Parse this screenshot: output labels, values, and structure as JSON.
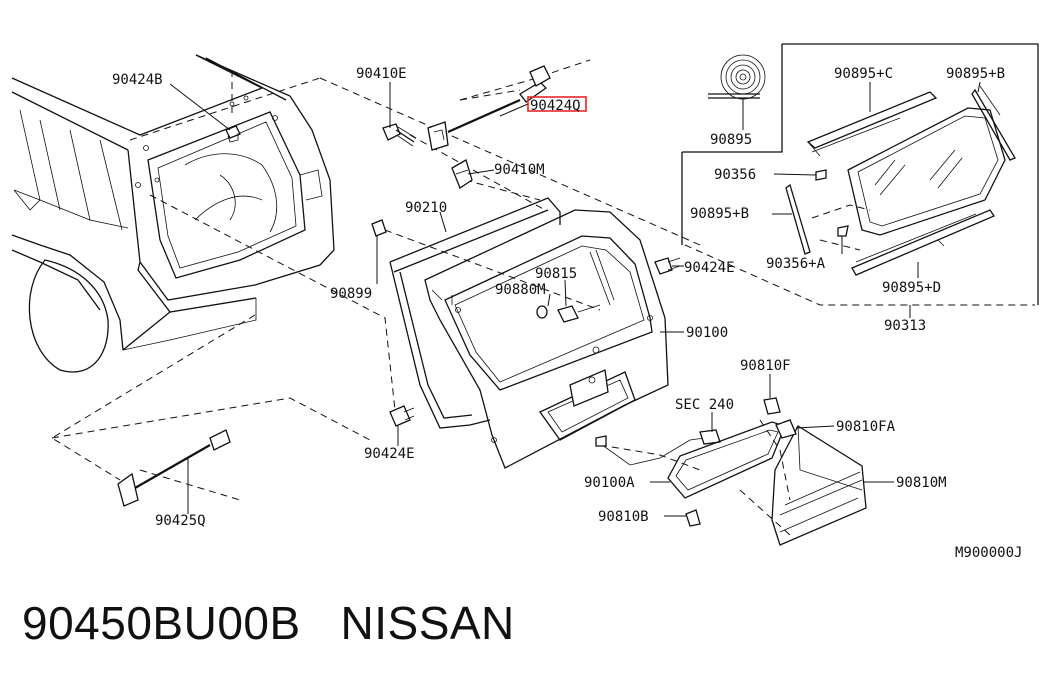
{
  "part_labels": {
    "p90424B": "90424B",
    "p90410E": "90410E",
    "p90424Q": "90424Q",
    "p90410M": "90410M",
    "p90210": "90210",
    "p90899": "90899",
    "p90880M": "90880M",
    "p90815": "90815",
    "p90424E_right": "90424E",
    "p90100": "90100",
    "p90424E_left": "90424E",
    "p90425Q": "90425Q",
    "p90810F": "90810F",
    "pSEC240": "SEC 240",
    "p90810FA": "90810FA",
    "p90100A": "90100A",
    "p90810M": "90810M",
    "p90810B": "90810B",
    "p90895": "90895",
    "p90895C": "90895+C",
    "p90895B_top": "90895+B",
    "p90356": "90356",
    "p90895B_left": "90895+B",
    "p90356A": "90356+A",
    "p90895D": "90895+D",
    "p90313": "90313"
  },
  "diagram_code": "M900000J",
  "highlight_color": "#e8262a",
  "footer": {
    "part_number": "90450BU00B",
    "brand": "NISSAN"
  }
}
